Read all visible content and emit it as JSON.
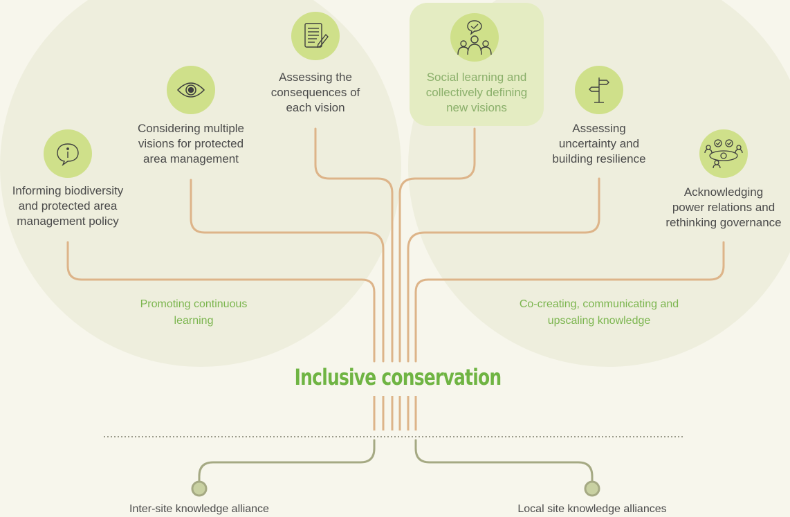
{
  "title": "Inclusive conservation",
  "practices": [
    {
      "label": "Informing biodiversity\nand protected area\nmanagement policy",
      "icon": "info-bubble-icon"
    },
    {
      "label": "Considering multiple\nvisions for protected\narea management",
      "icon": "eye-icon"
    },
    {
      "label": "Assessing the\nconsequences of\neach vision",
      "icon": "document-pencil-icon"
    },
    {
      "label": "Social learning and\ncollectively defining\nnew visions",
      "icon": "group-discussion-icon",
      "highlighted": true
    },
    {
      "label": "Assessing\nuncertainty and\nbuilding resilience",
      "icon": "signpost-icon"
    },
    {
      "label": "Acknowledging\npower relations and\nrethinking governance",
      "icon": "meeting-table-icon"
    }
  ],
  "themes": {
    "left": "Promoting continuous\nlearning",
    "right": "Co-creating, communicating and\nupscaling knowledge"
  },
  "alliances": {
    "left": "Inter-site knowledge alliance",
    "right": "Local site knowledge alliances"
  },
  "colors": {
    "background": "#f7f6ec",
    "halo": "#eeeedd",
    "branch": "#ddb489",
    "root": "#a5a983",
    "icon_fill": "#cfe08a",
    "highlight_fill": "#e4ecc2",
    "title": "#6fb443",
    "theme_text": "#7bb54e",
    "label_text": "#4a4a4a"
  }
}
